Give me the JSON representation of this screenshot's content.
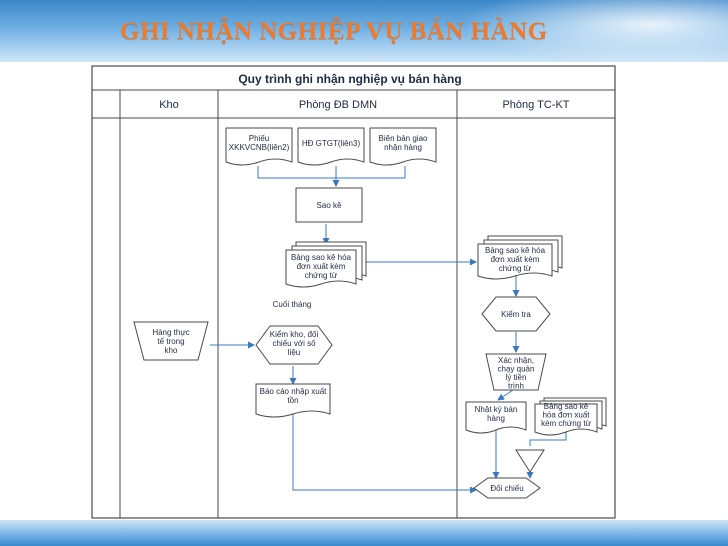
{
  "title": "GHI NHẬN NGHIỆP VỤ BÁN HÀNG",
  "diagram": {
    "header": "Quy trình ghi nhận nghiệp vụ bán hàng",
    "lanes": [
      "Kho",
      "Phòng ĐB DMN",
      "Phòng TC-KT"
    ],
    "docs": {
      "phieu": [
        "Phiếu",
        "XKKVCNB(liên2)"
      ],
      "hd": [
        "HĐ GTGT(liên3)"
      ],
      "bienban": [
        "Biên bản giao",
        "nhận hàng"
      ],
      "bangsaoke_mid": [
        "Bảng sao kê hóa",
        "đơn xuất kèm",
        "chứng từ"
      ],
      "bangsaoke_right": [
        "Bảng sao kê hóa",
        "đơn xuất kèm",
        "chứng từ"
      ],
      "baocao": [
        "Báo cáo nhập xuất",
        "tồn"
      ],
      "nhatky": [
        "Nhật ký bán",
        "hàng"
      ],
      "bangsaoke_bottom": [
        "Bảng sao kê",
        "hóa đơn xuất",
        "kèm chứng từ"
      ]
    },
    "processes": {
      "saoke": "Sao kê",
      "cuoithang": "Cuối tháng"
    },
    "manual": {
      "hangthuc": [
        "Hàng thực",
        "tế trong",
        "kho"
      ],
      "xacnhan": [
        "Xác nhận,",
        "chạy quản",
        "lý tiền",
        "trình"
      ]
    },
    "decisions": {
      "kiemkho": [
        "Kiểm kho, đối",
        "chiếu với số",
        "liệu"
      ],
      "kiemtra": [
        "Kiểm tra"
      ],
      "doichieu": [
        "Đối chiếu"
      ]
    }
  }
}
